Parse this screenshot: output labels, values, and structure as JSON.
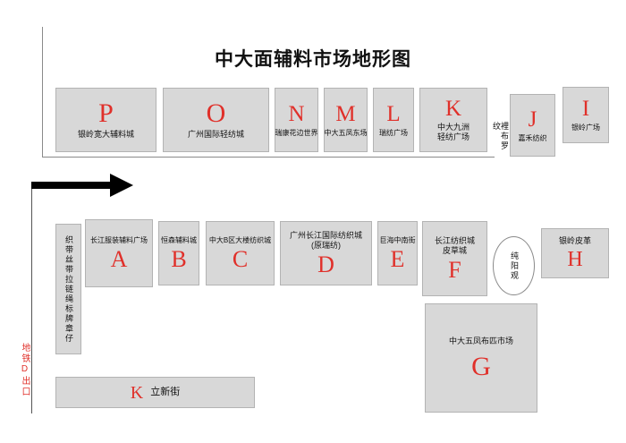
{
  "title": "中大面辅料市场地形图",
  "colors": {
    "block_bg": "#d8d8d8",
    "letter_red": "#e0302a",
    "metro_red": "#e0302a",
    "line_gray": "#8a8a8a"
  },
  "top_row": [
    {
      "letter": "P",
      "name": "银岭宽大辅料城"
    },
    {
      "letter": "O",
      "name": "广州国际轻纺城"
    },
    {
      "letter": "N",
      "name": "瑞康花边世界"
    },
    {
      "letter": "M",
      "name": "中大五凤东场"
    },
    {
      "letter": "L",
      "name": "瑞纺广场"
    },
    {
      "letter": "K",
      "name": "中大九洲\n轻纺广场"
    },
    {
      "letter": "J",
      "name": "嘉禾纺织"
    },
    {
      "letter": "I",
      "name": "银岭广场"
    }
  ],
  "lining_label": "裡布罗纹",
  "side_strip": "织带丝带拉链绳标牌章仔",
  "mid_row": [
    {
      "letter": "A",
      "name": "长江服装辅料广场"
    },
    {
      "letter": "B",
      "name": "恒森辅料城"
    },
    {
      "letter": "C",
      "name": "中大B区大楼纺织城"
    },
    {
      "letter": "D",
      "name": "广州长江国际纺织城\n(原瑞纺)"
    },
    {
      "letter": "E",
      "name": "巨海中南街"
    },
    {
      "letter": "F",
      "name": "长江纺织城\n皮草城"
    },
    {
      "letter": "H",
      "name": "银岭皮革"
    }
  ],
  "temple": "纯阳观",
  "block_g": {
    "letter": "G",
    "name": "中大五凤布匹市场"
  },
  "street_k": {
    "letter": "K",
    "name": "立新街"
  },
  "metro_exit": "地铁D出口"
}
